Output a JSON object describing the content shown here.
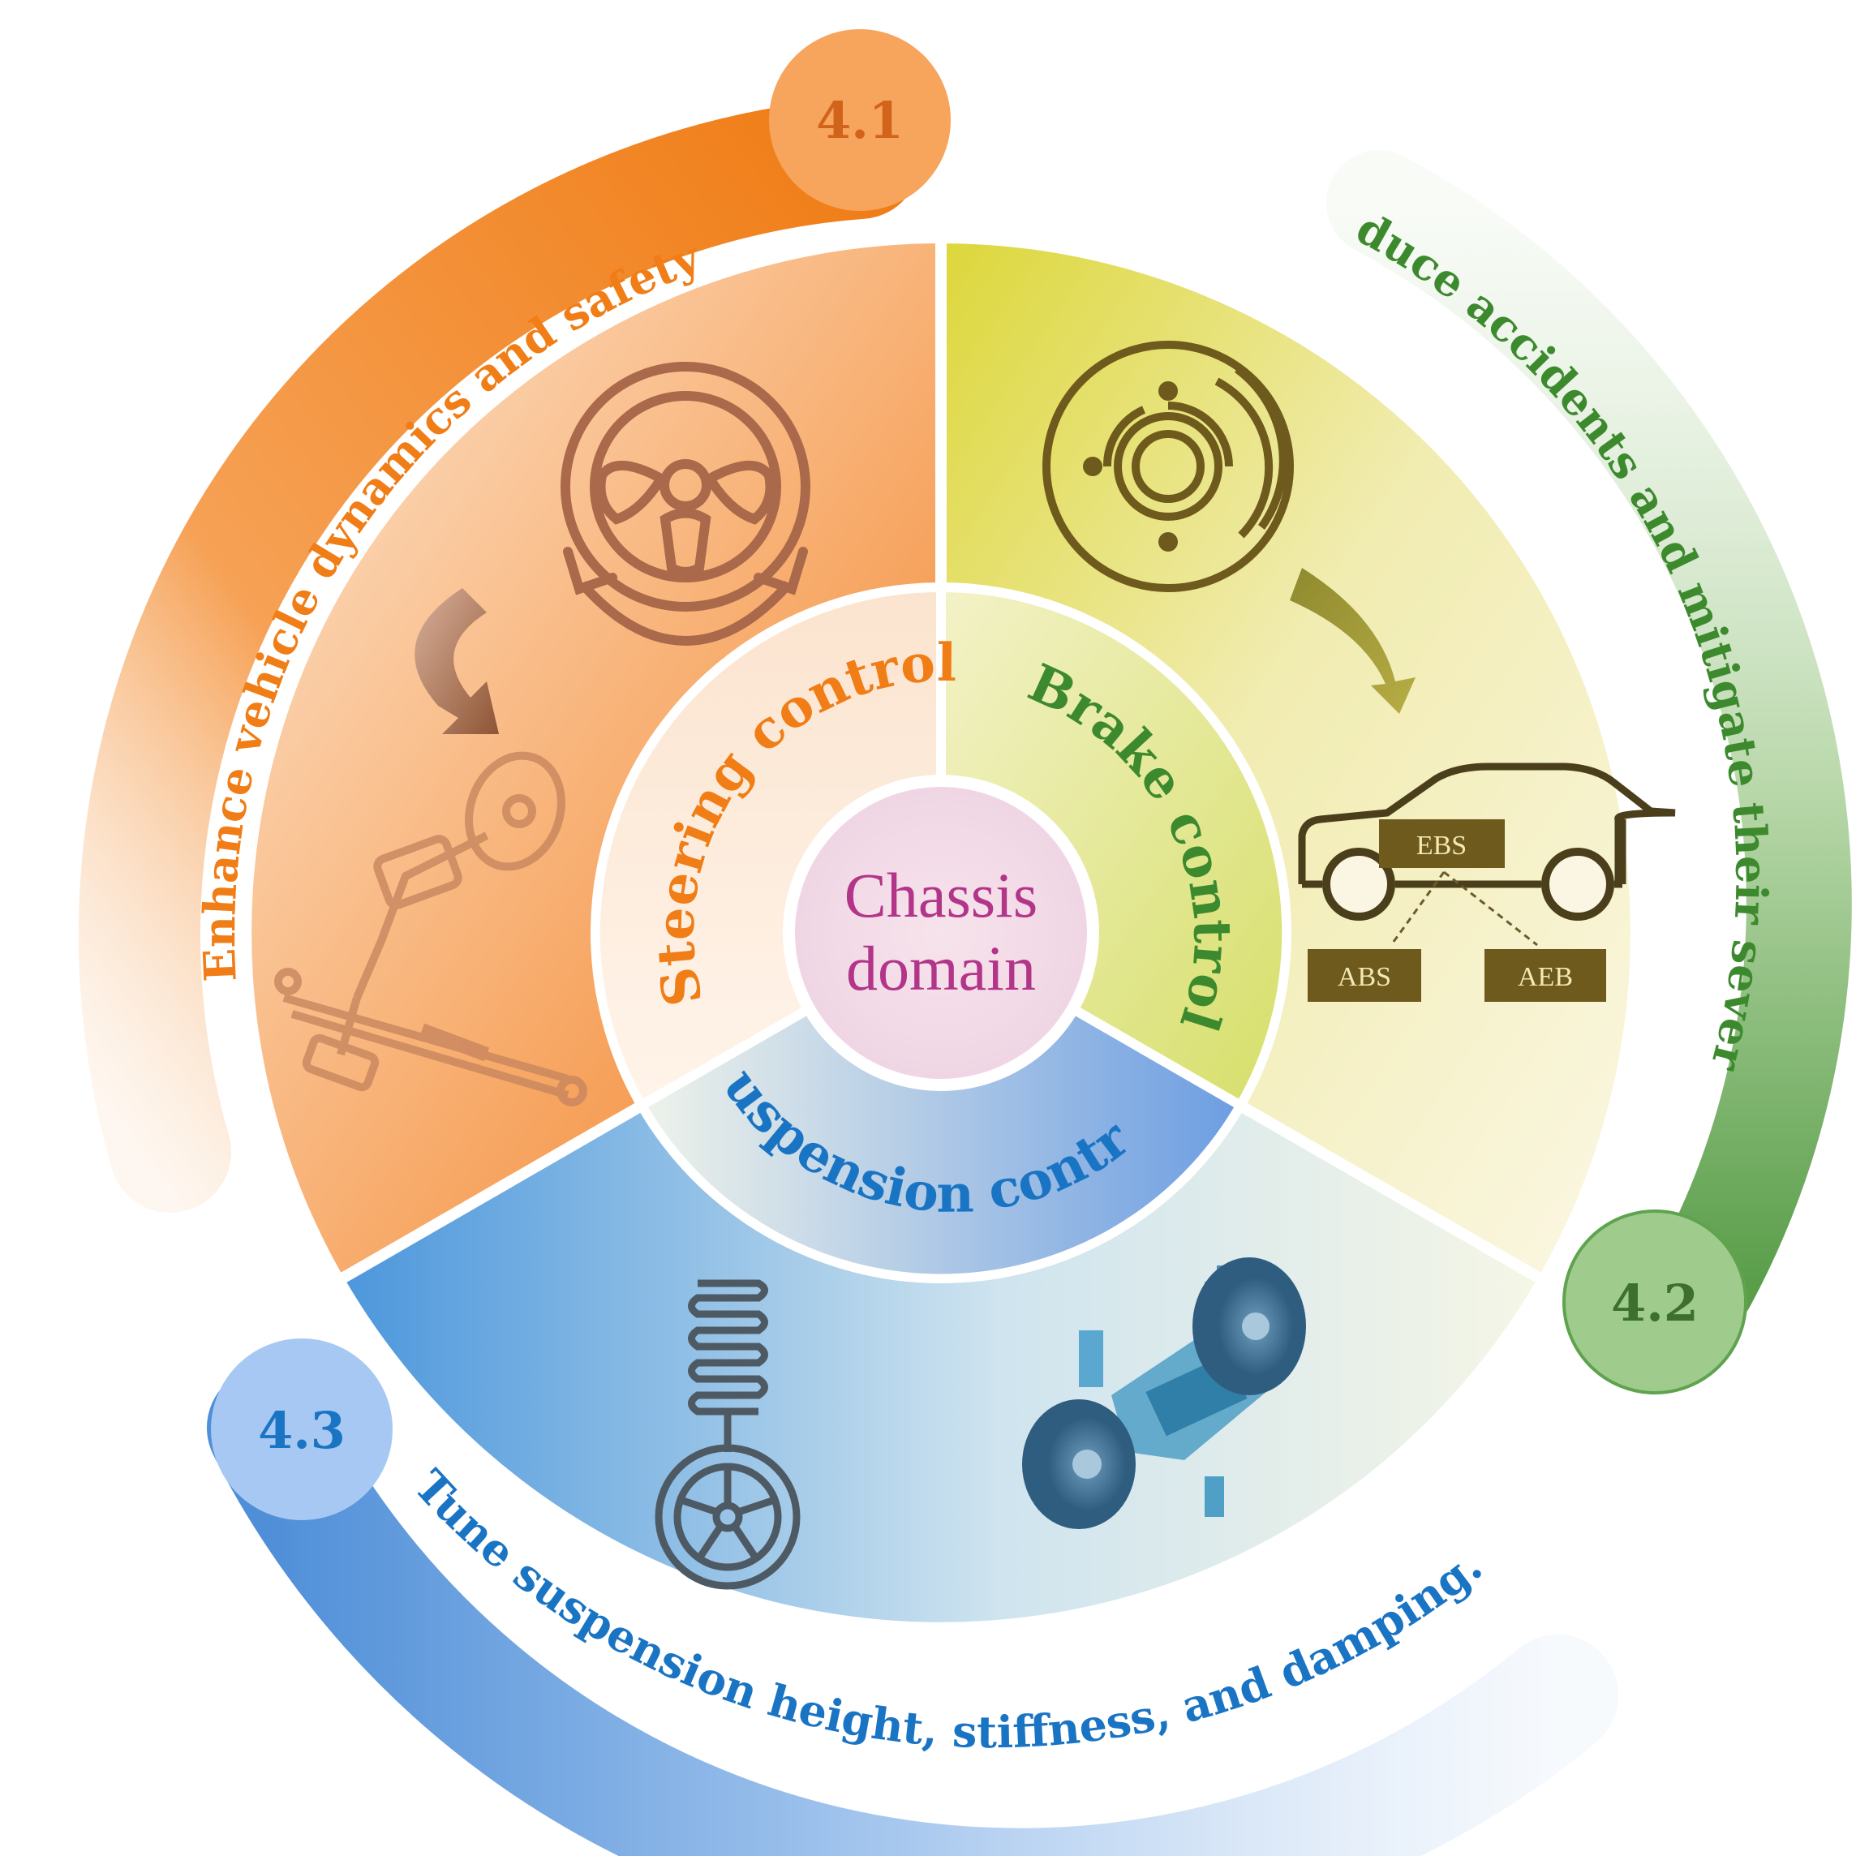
{
  "center": {
    "line1": "Chassis",
    "line2": "domain"
  },
  "segments": [
    {
      "id": "4.1",
      "label": "Steering control",
      "goal": "Enhance vehicle dynamics and safety."
    },
    {
      "id": "4.2",
      "label": "Brake control",
      "goal": "Reduce accidents and mitigate their severity."
    },
    {
      "id": "4.3",
      "label": "Suspension control",
      "goal": "Tune suspension height, stiffness, and damping."
    }
  ],
  "brake_systems": {
    "top": "EBS",
    "left": "ABS",
    "right": "AEB"
  },
  "colors": {
    "steering": "#f08a2a",
    "brake": "#3d8a2e",
    "suspension": "#1a74c4",
    "center": "#b2358a",
    "steering_icon": "#a9694a",
    "brake_icon": "#6e5a1c"
  },
  "icons": [
    "steering-wheel-icon",
    "steering-rack-icon",
    "brake-disc-icon",
    "car-icon",
    "coil-spring-wheel-icon",
    "suspension-chassis-icon"
  ]
}
